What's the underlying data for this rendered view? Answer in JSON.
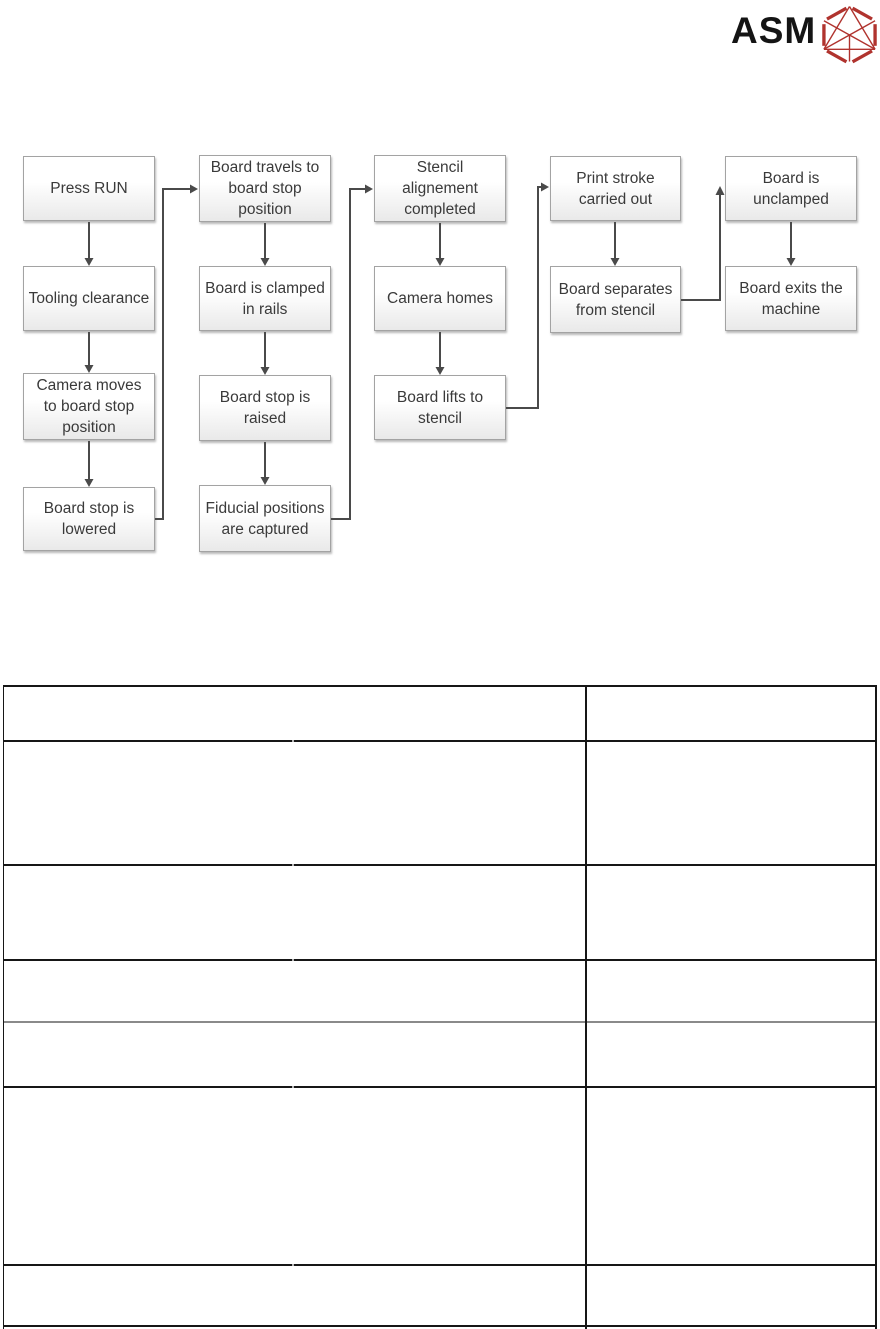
{
  "page": {
    "background_color": "#ffffff",
    "description_texts": []
  },
  "header": {
    "logo_text": "ASM",
    "logo_text_color": "#141414",
    "logo_icon": "asm-hexagon-gem-icon",
    "logo_icon_color": "#b0332e"
  },
  "flowchart": {
    "style": {
      "box_border_color": "#a3a3a3",
      "box_fill_top": "#ffffff",
      "box_fill_bottom": "#e9e9e9",
      "text_color": "#3a3a3a",
      "arrow_color": "#4a4a4a"
    },
    "nodes": [
      {
        "id": "press-run",
        "label": "Press RUN"
      },
      {
        "id": "tooling-clearance",
        "label": "Tooling clearance"
      },
      {
        "id": "camera-moves-to-board-stop",
        "label": "Camera moves to board stop position"
      },
      {
        "id": "board-stop-lowered",
        "label": "Board stop is lowered"
      },
      {
        "id": "board-travels-to-board-stop",
        "label": "Board travels to board stop position"
      },
      {
        "id": "board-clamped-in-rails",
        "label": "Board is clamped in rails"
      },
      {
        "id": "board-stop-raised",
        "label": "Board stop is raised"
      },
      {
        "id": "fiducial-positions-captured",
        "label": "Fiducial positions are captured"
      },
      {
        "id": "stencil-alignement-completed",
        "label": "Stencil alignement completed"
      },
      {
        "id": "camera-homes",
        "label": "Camera homes"
      },
      {
        "id": "board-lifts-to-stencil",
        "label": "Board lifts to stencil"
      },
      {
        "id": "print-stroke-carried-out",
        "label": "Print stroke carried out"
      },
      {
        "id": "board-separates-from-stencil",
        "label": "Board separates from stencil"
      },
      {
        "id": "board-is-unclamped",
        "label": "Board is unclamped"
      },
      {
        "id": "board-exits-machine",
        "label": "Board exits the machine"
      }
    ],
    "edges": [
      [
        "press-run",
        "tooling-clearance"
      ],
      [
        "tooling-clearance",
        "camera-moves-to-board-stop"
      ],
      [
        "camera-moves-to-board-stop",
        "board-stop-lowered"
      ],
      [
        "board-stop-lowered",
        "board-travels-to-board-stop"
      ],
      [
        "board-travels-to-board-stop",
        "board-clamped-in-rails"
      ],
      [
        "board-clamped-in-rails",
        "board-stop-raised"
      ],
      [
        "board-stop-raised",
        "fiducial-positions-captured"
      ],
      [
        "fiducial-positions-captured",
        "stencil-alignement-completed"
      ],
      [
        "stencil-alignement-completed",
        "camera-homes"
      ],
      [
        "camera-homes",
        "board-lifts-to-stencil"
      ],
      [
        "board-lifts-to-stencil",
        "print-stroke-carried-out"
      ],
      [
        "print-stroke-carried-out",
        "board-separates-from-stencil"
      ],
      [
        "board-separates-from-stencil",
        "board-is-unclamped"
      ],
      [
        "board-is-unclamped",
        "board-exits-machine"
      ]
    ]
  },
  "table": {
    "border_color": "#161616",
    "light_row_divider_color": "#8a8a8a",
    "column_count": 2,
    "row_count": 7,
    "rows": [
      {
        "cells": [
          "",
          ""
        ]
      },
      {
        "cells": [
          "",
          ""
        ]
      },
      {
        "cells": [
          "",
          ""
        ]
      },
      {
        "cells": [
          "",
          ""
        ]
      },
      {
        "cells": [
          "",
          ""
        ]
      },
      {
        "cells": [
          "",
          ""
        ]
      },
      {
        "cells": [
          "",
          ""
        ]
      }
    ]
  }
}
